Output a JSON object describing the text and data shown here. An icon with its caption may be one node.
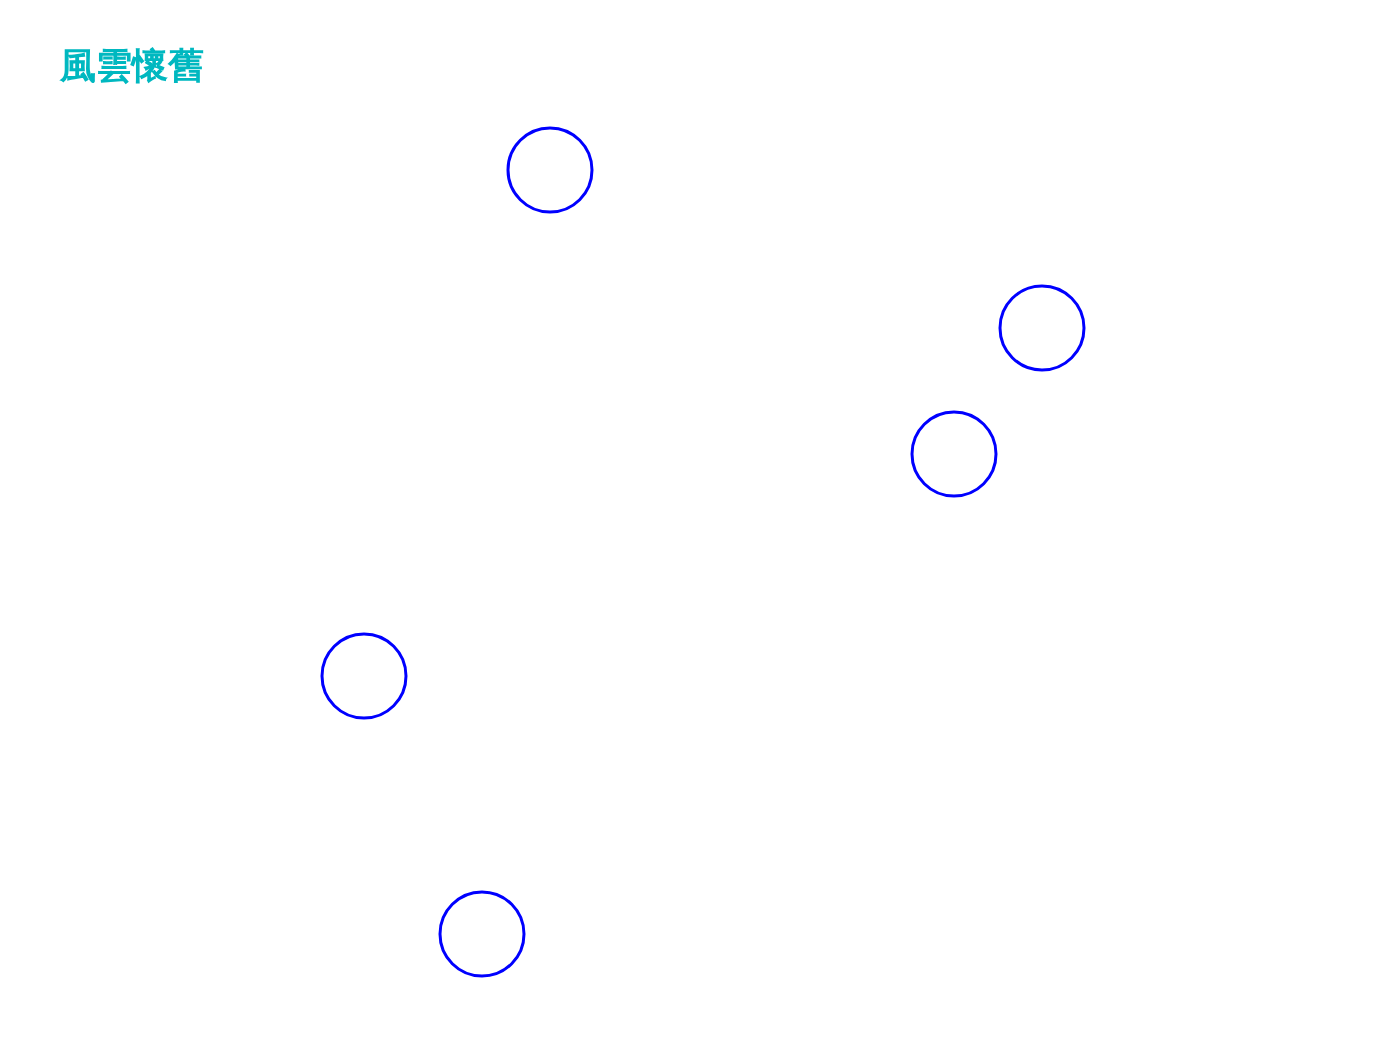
{
  "diagram": {
    "title": "風雲懷舊",
    "nodes": [
      {
        "text": [],
        "shape": "circle"
      },
      {
        "text": [],
        "shape": "circle"
      },
      {
        "text": [],
        "shape": "circle"
      },
      {
        "text": [],
        "shape": "circle"
      },
      {
        "text": [],
        "shape": "circle"
      }
    ]
  }
}
